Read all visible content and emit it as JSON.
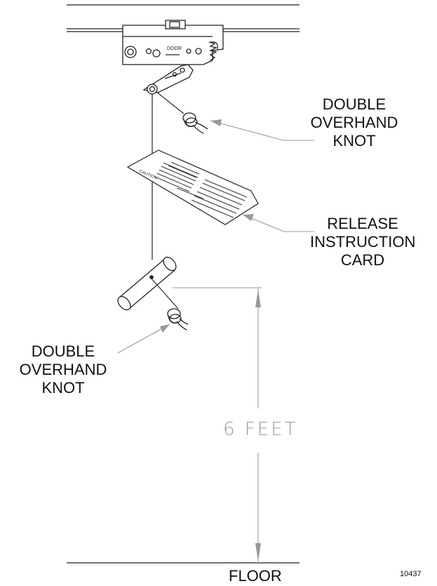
{
  "labels": {
    "knot_top": [
      "DOUBLE",
      "OVERHAND",
      "KNOT"
    ],
    "release_card": [
      "RELEASE",
      "INSTRUCTION",
      "CARD"
    ],
    "knot_left": [
      "DOUBLE",
      "OVERHAND",
      "KNOT"
    ],
    "floor": "FLOOR",
    "dimension": "6  FEET",
    "figure_number": "10437"
  },
  "trolley": {
    "door_label": "DOOR"
  },
  "card": {
    "caution": "CAUTION:"
  }
}
